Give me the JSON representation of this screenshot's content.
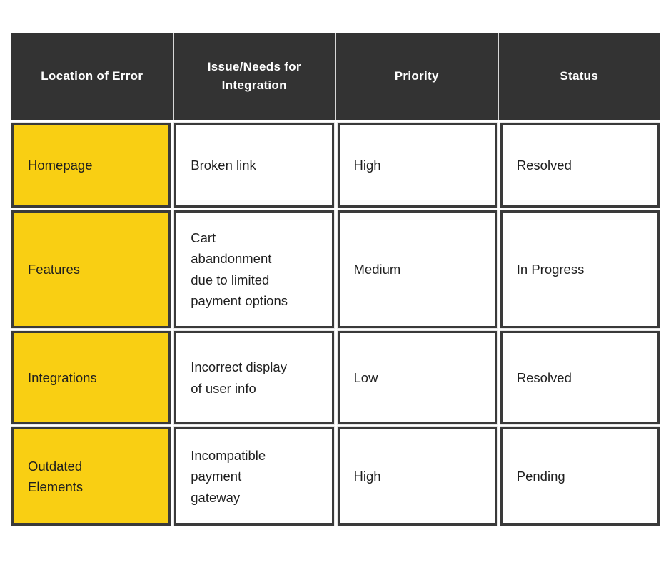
{
  "table": {
    "title_hint": "Website error / integration tracking table",
    "columns": [
      "Location of Error",
      "Issue/Needs for\nIntegration",
      "Priority",
      "Status"
    ],
    "rows": [
      {
        "location": "Homepage",
        "issue": "Broken link",
        "priority": "High",
        "status": "Resolved"
      },
      {
        "location": "Features",
        "issue": "Cart\nabandonment\ndue to limited\npayment options",
        "priority": "Medium",
        "status": "In Progress"
      },
      {
        "location": "Integrations",
        "issue": "Incorrect display\nof user info",
        "priority": "Low",
        "status": "Resolved"
      },
      {
        "location": "Outdated\nElements",
        "issue": "Incompatible\npayment\ngateway",
        "priority": "High",
        "status": "Pending"
      }
    ]
  },
  "colors": {
    "page_background": "#FFFFFF",
    "header_background": "#333333",
    "header_text": "#FFFFFF",
    "header_divider": "#D8D8D8",
    "label_column_background": "#F9CF13",
    "cell_border": "#3A3A3A",
    "body_text": "#1F1F1F"
  }
}
